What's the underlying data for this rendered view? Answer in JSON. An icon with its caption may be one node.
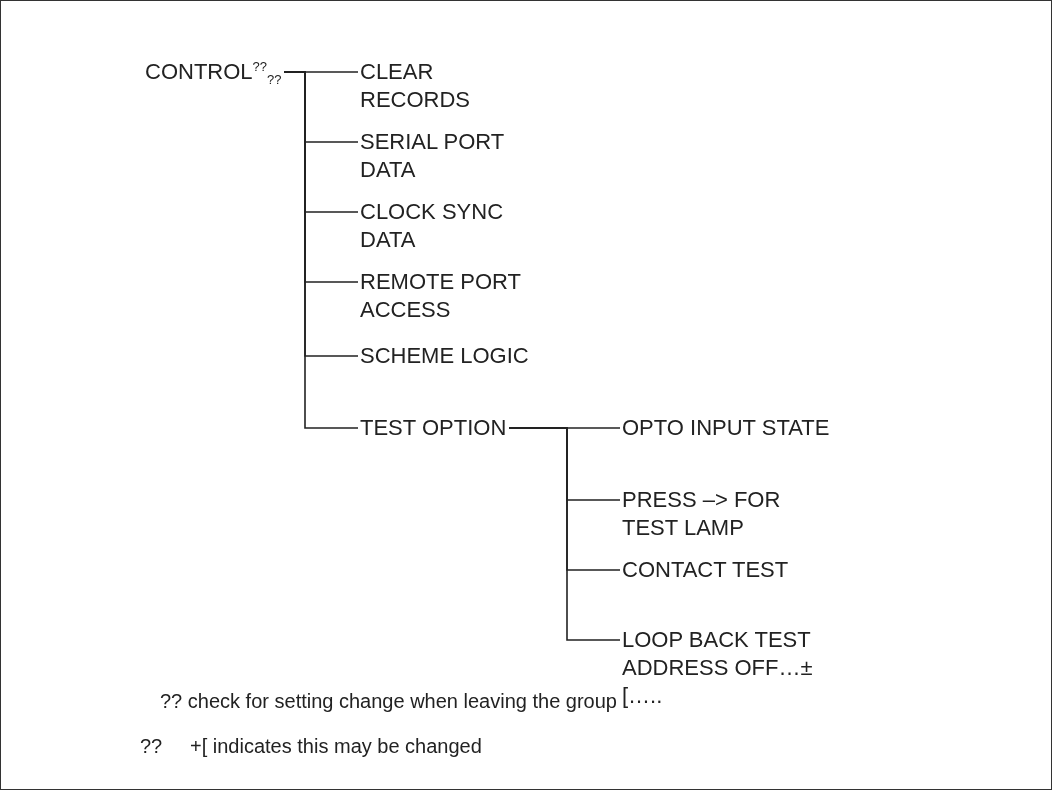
{
  "diagram": {
    "nodes": [
      {
        "text": [
          "CONTROL$^{??}$$_{??}$"
        ]
      },
      {
        "text": [
          "CLEAR RECORDS"
        ]
      },
      {
        "text": [
          "SERIAL PORT DATA"
        ]
      },
      {
        "text": [
          "CLOCK SYNC DATA"
        ]
      },
      {
        "text": [
          "REMOTE PORT ACCESS"
        ]
      },
      {
        "text": [
          "SCHEME LOGIC"
        ]
      },
      {
        "text": [
          "TEST OPTION"
        ]
      },
      {
        "text": [
          "OPTO INPUT STATE"
        ]
      },
      {
        "text": [
          "PRESS –> FOR TEST LAMP"
        ]
      },
      {
        "text": [
          "CONTACT TEST"
        ]
      },
      {
        "text": [
          "LOOP BACK TEST ADDRESS OFF…±[….."
        ]
      }
    ],
    "edges": [
      {
        "from": 0,
        "to": 1,
        "arrow": "none"
      },
      {
        "from": 0,
        "to": 2,
        "arrow": "none"
      },
      {
        "from": 0,
        "to": 3,
        "arrow": "none"
      },
      {
        "from": 0,
        "to": 4,
        "arrow": "none"
      },
      {
        "from": 0,
        "to": 5,
        "arrow": "none"
      },
      {
        "from": 0,
        "to": 6,
        "arrow": "none"
      },
      {
        "from": 6,
        "to": 7,
        "arrow": "none"
      },
      {
        "from": 6,
        "to": 8,
        "arrow": "none"
      },
      {
        "from": 6,
        "to": 9,
        "arrow": "none"
      },
      {
        "from": 6,
        "to": 10,
        "arrow": "none"
      }
    ],
    "labels": [
      "?? check for setting change when leaving the group",
      "??",
      "+[ indicates this may be changed"
    ]
  }
}
